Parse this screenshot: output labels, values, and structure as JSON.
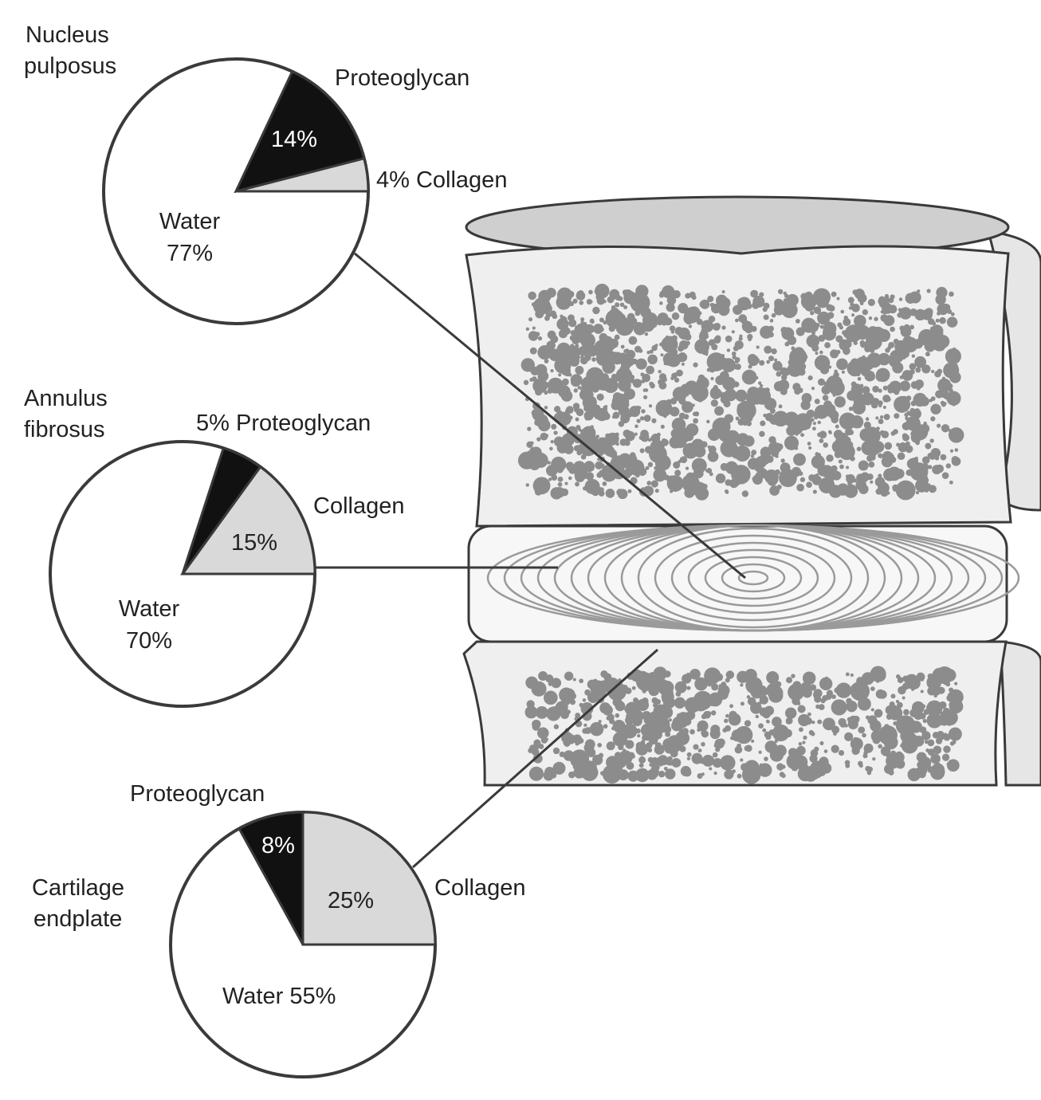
{
  "colors": {
    "proteoglycan": "#111111",
    "collagen": "#d9d9d9",
    "water": "#ffffff",
    "outline": "#3a3a3a",
    "bone": "#8c8c8c"
  },
  "chart_data": [
    {
      "type": "pie",
      "title": "Nucleus pulposus",
      "title_lines": [
        "Nucleus",
        "pulposus"
      ],
      "slices": [
        {
          "name": "Collagen",
          "value": 4
        },
        {
          "name": "Proteoglycan",
          "value": 14
        },
        {
          "name": "Water",
          "value": 77
        }
      ],
      "labels": {
        "proteoglycan": "Proteoglycan",
        "proteoglycan_pct": "14%",
        "collagen": "4% Collagen",
        "water": "Water",
        "water_pct": "77%"
      }
    },
    {
      "type": "pie",
      "title": "Annulus fibrosus",
      "title_lines": [
        "Annulus",
        "fibrosus"
      ],
      "slices": [
        {
          "name": "Collagen",
          "value": 15
        },
        {
          "name": "Proteoglycan",
          "value": 5
        },
        {
          "name": "Water",
          "value": 70
        }
      ],
      "labels": {
        "proteoglycan": "5% Proteoglycan",
        "collagen": "Collagen",
        "collagen_pct": "15%",
        "water": "Water",
        "water_pct": "70%"
      }
    },
    {
      "type": "pie",
      "title": "Cartilage endplate",
      "title_lines": [
        "Cartilage",
        "endplate"
      ],
      "slices": [
        {
          "name": "Collagen",
          "value": 25
        },
        {
          "name": "Proteoglycan",
          "value": 8
        },
        {
          "name": "Water",
          "value": 55
        }
      ],
      "labels": {
        "proteoglycan": "Proteoglycan",
        "proteoglycan_pct": "8%",
        "collagen": "Collagen",
        "collagen_pct": "25%",
        "water": "Water 55%"
      }
    }
  ]
}
